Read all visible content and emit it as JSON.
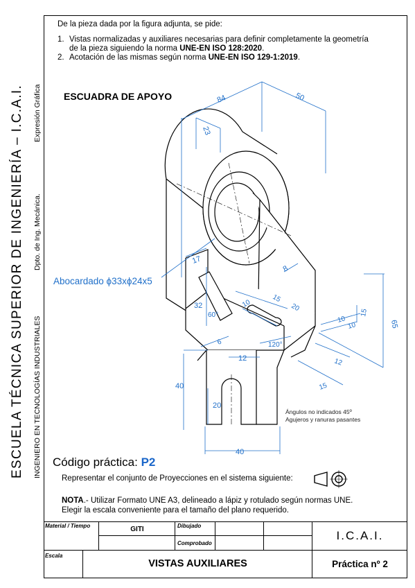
{
  "sidebar": {
    "school": "ESCUELA TÉCNICA SUPERIOR DE INGENIERÍA – I.C.A.I.",
    "degree": "INGENIERO EN TECNOLOGÍAS INDUSTRIALES",
    "department": "Dpto. de Ing. Mecánica.",
    "subject": "Expresión Gráfica"
  },
  "statement": {
    "intro": "De la pieza dada por la figura adjunta, se pide:",
    "items": [
      {
        "num": "1.",
        "line1": "Vistas normalizadas y auxiliares necesarias para definir completamente la geometría",
        "line2_pre": "de la pieza siguiendo la norma ",
        "line2_bold": "UNE-EN ISO 128:2020",
        "line2_post": "."
      },
      {
        "num": "2.",
        "line1_pre": "Acotación de las mismas según norma ",
        "line1_bold": "UNE-EN ISO 129-1:2019",
        "line1_post": "."
      }
    ]
  },
  "drawing": {
    "title": "ESCUADRA DE APOYO",
    "callout": "Abocardado ϕ33xϕ24x5",
    "notes": [
      "Ángulos no indicados 45º",
      "Agujeros y ranuras pasantes"
    ],
    "dims": {
      "d84": "84",
      "d50": "50",
      "d23": "23",
      "d17": "17",
      "d8": "8",
      "d32": "32",
      "d60": "60°",
      "d6": "6",
      "d10a": "10",
      "d15a": "15",
      "d20": "20",
      "d10b": "10",
      "d15b": "15",
      "d10c": "10",
      "d65": "65",
      "d120": "120°",
      "d12a": "12",
      "d12b": "12",
      "d40a": "40",
      "d20b": "20",
      "d40b": "40",
      "d15c": "15"
    },
    "dim_color": "#1f6fc9"
  },
  "practice": {
    "code_label": "Código práctica: ",
    "code": "P2",
    "represent": "Representar el conjunto de Proyecciones en el sistema siguiente:",
    "nota_label": "NOTA",
    "nota_text": ".- Utilizar Formato UNE A3, delineado a lápiz y rotulado según normas UNE.",
    "nota_line2": "Elegir la escala conveniente para el tamaño del plano requerido."
  },
  "title_block": {
    "material_label": "Material / Tiempo",
    "material_value": "GITI",
    "drawn_label": "Dibujado",
    "checked_label": "Comprobado",
    "org": "I.C.A.I.",
    "scale_label": "Escala",
    "sheet_title": "VISTAS AUXILIARES",
    "practice_label": "Práctica nº 2"
  }
}
